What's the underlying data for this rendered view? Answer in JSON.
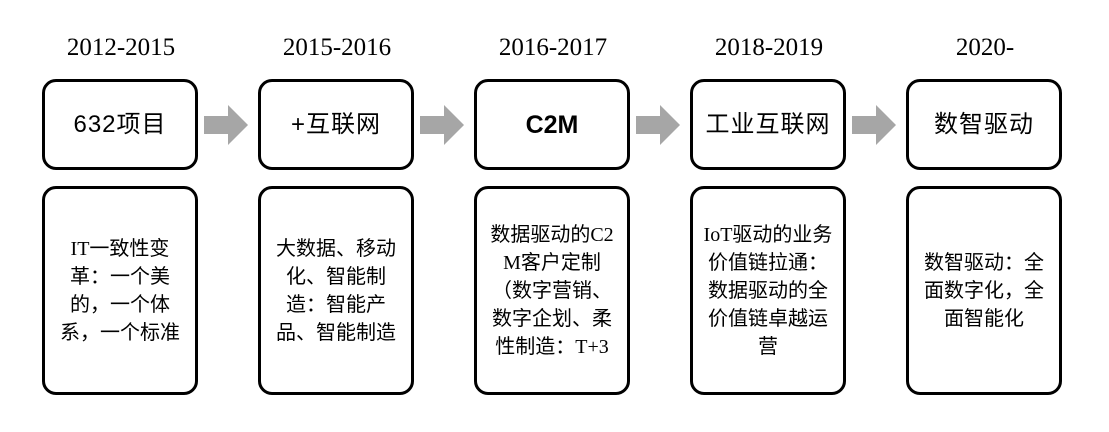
{
  "diagram": {
    "type": "timeline-roadmap",
    "background_color": "#ffffff",
    "border_color": "#000000",
    "arrow_color": "#a6a6a6",
    "columns": [
      {
        "header": "2012-2015",
        "title": "632项目",
        "detail": "IT一致性变革：一个美的，一个体系，一个标准"
      },
      {
        "header": "2015-2016",
        "title": "+互联网",
        "detail": "大数据、移动化、智能制造：智能产品、智能制造"
      },
      {
        "header": "2016-2017",
        "title": "C2M",
        "detail": "数据驱动的C2M客户定制（数字营销、数字企划、柔性制造：T+3"
      },
      {
        "header": "2018-2019",
        "title": "工业互联网",
        "detail": "IoT驱动的业务价值链拉通：数据驱动的全价值链卓越运营"
      },
      {
        "header": "2020-",
        "title": "数智驱动",
        "detail": "数智驱动：全面数字化，全面智能化"
      }
    ],
    "arrows": [
      {
        "name": "arrow-1-to-2"
      },
      {
        "name": "arrow-2-to-3"
      },
      {
        "name": "arrow-3-to-4"
      },
      {
        "name": "arrow-4-to-5"
      }
    ]
  }
}
